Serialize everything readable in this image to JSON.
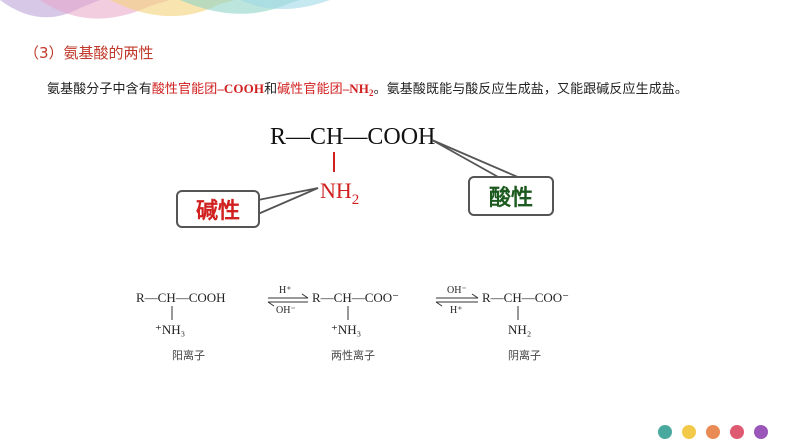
{
  "colors": {
    "heading": "#c0392b",
    "red_text": "#d0201f",
    "green_text": "#1d5a20",
    "dots": [
      "#4aa99f",
      "#f3c94a",
      "#ea8a55",
      "#de5a72",
      "#9a56b8"
    ]
  },
  "heading": "（3）氨基酸的两性",
  "intro": {
    "p1": "氨基酸分子中含有",
    "acid_group_label": "酸性官能团",
    "acid_group_formula": "–COOH",
    "p2": "和",
    "base_group_label": "碱性官能团",
    "base_group_formula": "–NH",
    "base_group_sub": "2",
    "p3": "。氨基酸既能与酸反应生成盐，又能跟碱反应生成盐。"
  },
  "structure": {
    "main_chain": "R—CH—COOH",
    "amino": "NH",
    "amino_sub": "2"
  },
  "callouts": {
    "basic": "碱性",
    "acidic": "酸性"
  },
  "equilibrium": {
    "cation_chain": "R—CH—COOH",
    "cation_sub": "⁺NH₃",
    "arrow1_top": "H⁺",
    "arrow1_bottom": "OH⁻",
    "zwitterion_chain": "R—CH—COO⁻",
    "zwitterion_sub": "⁺NH₃",
    "arrow2_top": "OH⁻",
    "arrow2_bottom": "H⁺",
    "anion_chain": "R—CH—COO⁻",
    "anion_sub": "NH₂",
    "labels": [
      "阳离子",
      "两性离子",
      "阴离子"
    ]
  }
}
